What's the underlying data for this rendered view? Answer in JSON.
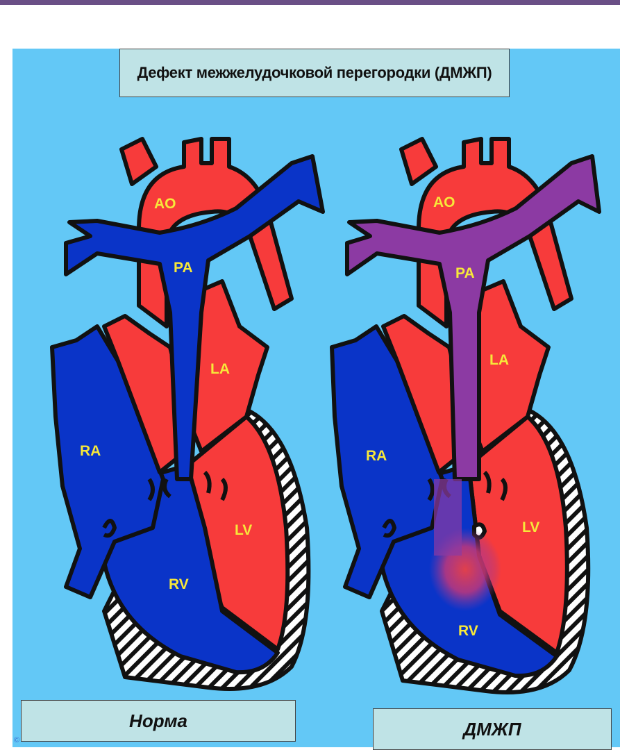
{
  "title": "Дефект межжелудочковой перегородки (ДМЖП)",
  "left_panel": {
    "caption": "Норма",
    "labels": {
      "ao": "AO",
      "pa": "PA",
      "la": "LA",
      "ra": "RA",
      "lv": "LV",
      "rv": "RV"
    }
  },
  "right_panel": {
    "caption": "ДМЖП",
    "labels": {
      "ao": "AO",
      "pa": "PA",
      "la": "LA",
      "ra": "RA",
      "lv": "LV",
      "rv": "RV"
    }
  },
  "copyright_mark": "©",
  "colors": {
    "background": "#63c8f6",
    "arterial_red": "#f73b3b",
    "venous_blue": "#0a34c8",
    "mixed_purple": "#8c3aa3",
    "label_yellow": "#f7e83a",
    "caption_box": "#bfe3e6"
  }
}
